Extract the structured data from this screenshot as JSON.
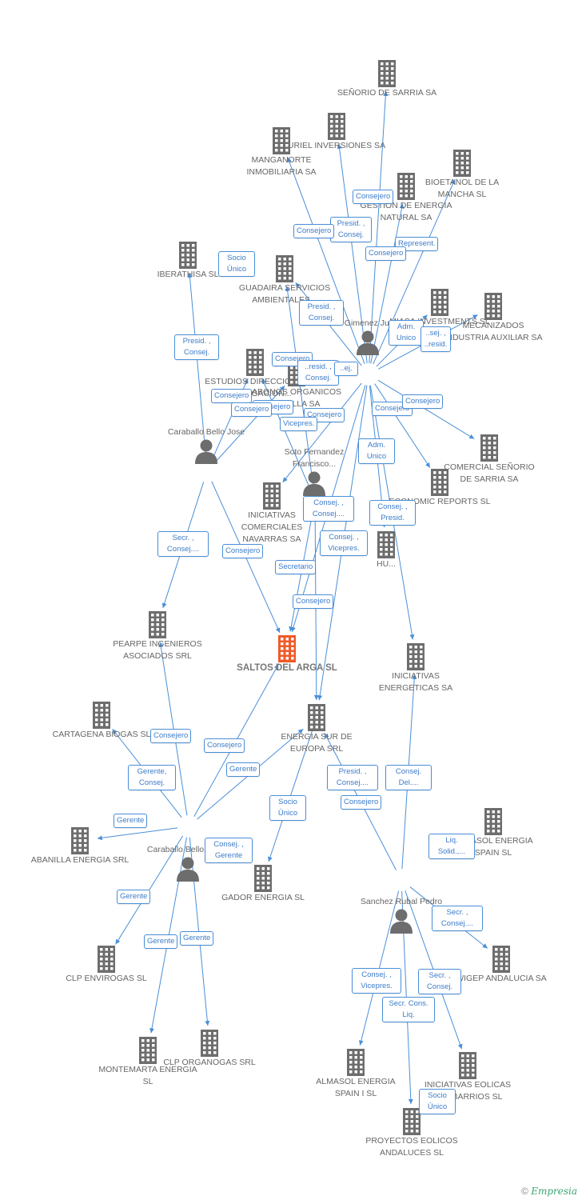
{
  "colors": {
    "edge": "#4a8fd8",
    "icon": "#6d6d6d",
    "main_icon": "#f05a28",
    "label_border": "#4a8fd8"
  },
  "nodes": {
    "senorio_sarria": "SEÑORIO DE SARRIA SA",
    "uriel": "URIEL INVERSIONES SA",
    "manganorte": "MANGANORTE INMOBILIARIA SA",
    "bioetanol": "BIOETANOL DE LA MANCHA SL",
    "gestion_energia": "GESTION DE ENERGIA NATURAL SA",
    "iberathisa": "IBERATHISA SL",
    "guadaira": "GUADAIRA SERVICIOS AMBIENTALES...",
    "miasa": "MIASA INVESTMENTS SL",
    "mecanizados": "MECANIZADOS INDUSTRIA AUXILIAR SA",
    "estudios": "ESTUDIOS DIRECCION E INVESTIGACION...",
    "abonos": "ABONOS ORGANICOS SEVILLA SA",
    "comercial_senorio": "COMERCIAL SEÑORIO DE SARRIA SA",
    "huarte": "Huarte Gimenez Juan Felix",
    "caraballo_jose": "Caraballo Bello Jose",
    "iniciativas_navarras": "INICIATIVAS COMERCIALES NAVARRAS SA",
    "soto": "Soto Fernandez Francisco...",
    "economic_reports": "ECONOMIC REPORTS SL",
    "hu": "HU...",
    "pearpe": "PEARPE INGENIEROS ASOCIADOS SRL",
    "saltos": "SALTOS DEL ARGA SL",
    "iniciativas_energeticas": "INICIATIVAS ENERGETICAS SA",
    "cartagena": "CARTAGENA BIOGAS SL",
    "energia_sur": "ENERGIA SUR DE EUROPA SRL",
    "almasol_spain": "ALMASOL ENERGIA SPAIN SL",
    "abanilla": "ABANILLA ENERGIA SRL",
    "caraballo_arturo": "Caraballo Bello Arturo",
    "gador": "GADOR ENERGIA SL",
    "sanchez": "Sanchez Rubal Pedro",
    "clp_envirogas": "CLP ENVIROGAS SL",
    "wigep": "WIGEP ANDALUCIA SA",
    "montemarta": "MONTEMARTA ENERGIA SL",
    "clp_organogas": "CLP ORGANOGAS SRL",
    "almasol_spain_i": "ALMASOL ENERGIA SPAIN I SL",
    "iniciativas_eolicas": "INICIATIVAS EOLICAS LOS BARRIOS SL",
    "proyectos_eolicos": "PROYECTOS EOLICOS ANDALUCES SL"
  },
  "edge_labels": {
    "l_consejero_gestion": "Consejero",
    "l_presid_consej_uriel": "Presid. , Consej.",
    "l_consejero_guad": "Consejero",
    "l_represent": "Represent.",
    "l_consejero_miasa": "Consejero",
    "l_socio_unico_iber": "Socio Único",
    "l_presid_consej_abonos": "Presid. , Consej.",
    "l_adm_unico_meca": "Adm. Unico",
    "l_presid_meca": "..sej. , ..resid.",
    "l_presid_consej_jose": "Presid. , Consej.",
    "l_consejero_estudios": "Consejero",
    "l_presid_consej_sev": "..resid. , Consej.",
    "l_ej": "..ej.",
    "l_consejero_jose": "Consejero",
    "l_consejero_a": "Consejero",
    "l_consejero_b": "Consejero",
    "l_consejero_c": "Consejero",
    "l_consejero_d": "Consejero",
    "l_vicepres": "Vicepres.",
    "l_consejero_comercial": "Consejero",
    "l_adm_unico_econ": "Adm. Unico",
    "l_consej_consej": "Consej. , Consej....",
    "l_consej_presid": "Consej. , Presid.",
    "l_secr_consej_pearpe": "Secr. , Consej....",
    "l_consejero_saltos": "Consejero",
    "l_consej_vicepres_saltos": "Consej. , Vicepres.",
    "l_secretario": "Secretario",
    "l_consejero_saltos2": "Consejero",
    "l_consejero_pearpe": "Consejero",
    "l_consejero_saltos3": "Consejero",
    "l_gerente_consej": "Gerente, Consej.",
    "l_gerente_energia_sur": "Gerente",
    "l_gerente_abanilla": "Gerente",
    "l_socio_unico_gador": "Socio Único",
    "l_presid_consej_es": "Presid. , Consej....",
    "l_consej_del": "Consej. Del....",
    "l_consejero_es": "Consejero",
    "l_liq_solid": "Liq. Solid.,...",
    "l_consej_gerente": "Consej. , Gerente",
    "l_gerente_clp": "Gerente",
    "l_gerente_mont": "Gerente",
    "l_gerente_org": "Gerente",
    "l_secr_consej_wigep": "Secr. , Consej....",
    "l_consej_vicepres_alm": "Consej. , Vicepres.",
    "l_secr_consej_eol": "Secr. , Consej.",
    "l_secr_cons_liq": "Secr. Cons. Liq.",
    "l_socio_unico_proy": "Socio Único"
  },
  "footer": {
    "copyright": "©",
    "brand": "Empresia"
  }
}
